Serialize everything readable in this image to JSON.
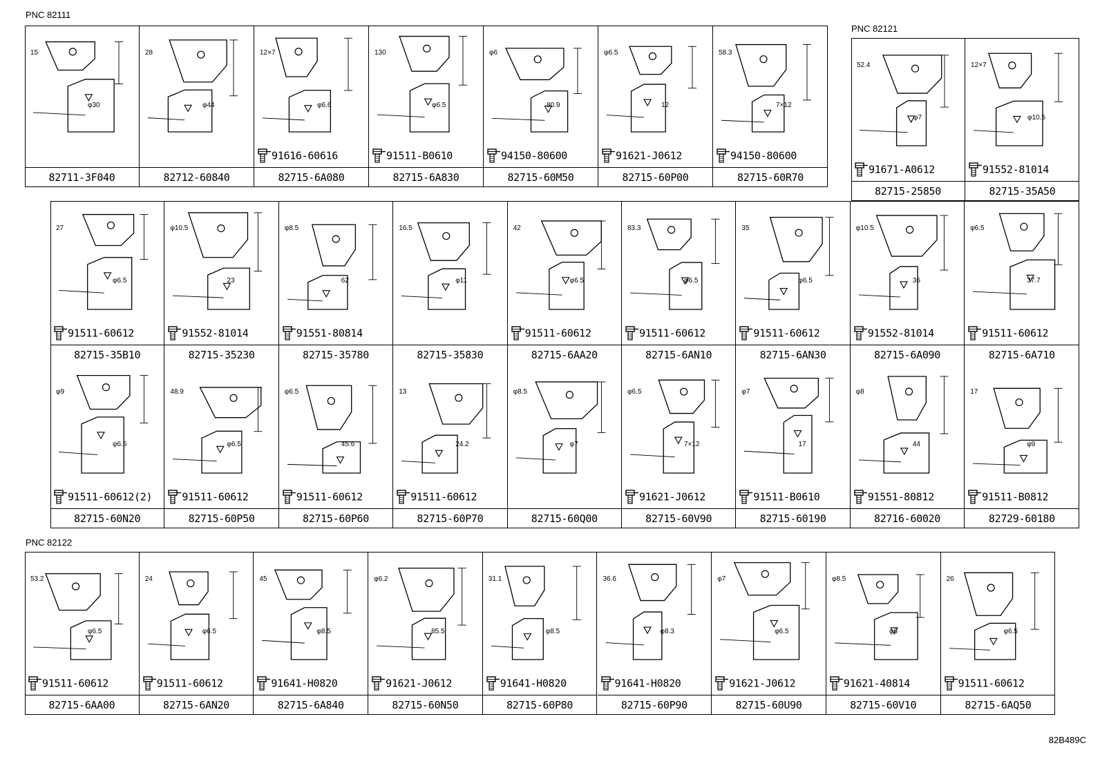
{
  "footer_code": "82B489C",
  "sections": [
    {
      "pnc_label": "PNC 82111",
      "cells": [
        {
          "part": "82711-3F040",
          "bolt": "",
          "dims": [
            "15",
            "φ30"
          ]
        },
        {
          "part": "82712-60840",
          "bolt": "",
          "dims": [
            "28",
            "φ44"
          ]
        },
        {
          "part": "82715-6A080",
          "bolt": "91616-60616",
          "dims": [
            "12×7",
            "φ6.6"
          ]
        },
        {
          "part": "82715-6A830",
          "bolt": "91511-B0610",
          "dims": [
            "130",
            "φ6.5"
          ]
        },
        {
          "part": "82715-60M50",
          "bolt": "94150-80600",
          "dims": [
            "φ6",
            "80.9"
          ]
        },
        {
          "part": "82715-60P00",
          "bolt": "91621-J0612",
          "dims": [
            "φ6.5",
            "12"
          ]
        },
        {
          "part": "82715-60R70",
          "bolt": "94150-80600",
          "dims": [
            "58.3",
            "7×12"
          ]
        }
      ]
    },
    {
      "pnc_label": "PNC 82121",
      "cells_top": [
        {
          "part": "82715-25850",
          "bolt": "91671-A0612",
          "dims": [
            "52.4",
            "φ7"
          ]
        },
        {
          "part": "82715-35A50",
          "bolt": "91552-81014",
          "dims": [
            "12×7",
            "φ10.5"
          ]
        }
      ],
      "row2": [
        {
          "part": "82715-35B10",
          "bolt": "91511-60612",
          "dims": [
            "27",
            "φ6.5"
          ]
        },
        {
          "part": "82715-35230",
          "bolt": "91552-81014",
          "dims": [
            "φ10.5",
            "23"
          ]
        },
        {
          "part": "82715-35780",
          "bolt": "91551-80814",
          "dims": [
            "φ8.5",
            "62"
          ]
        },
        {
          "part": "82715-35830",
          "bolt": "",
          "dims": [
            "16.5",
            "φ11"
          ]
        },
        {
          "part": "82715-6AA20",
          "bolt": "91511-60612",
          "dims": [
            "42",
            "φ6.5"
          ]
        },
        {
          "part": "82715-6AN10",
          "bolt": "91511-60612",
          "dims": [
            "83.3",
            "φ6.5"
          ]
        },
        {
          "part": "82715-6AN30",
          "bolt": "91511-60612",
          "dims": [
            "35",
            "φ6.5"
          ]
        },
        {
          "part": "82715-6A090",
          "bolt": "91552-81014",
          "dims": [
            "φ10.5",
            "36"
          ]
        },
        {
          "part": "82715-6A710",
          "bolt": "91511-60612",
          "dims": [
            "φ6.5",
            "37.7"
          ]
        }
      ],
      "row3": [
        {
          "part": "82715-60N20",
          "bolt": "91511-60612(2)",
          "dims": [
            "φ9",
            "φ6.5"
          ]
        },
        {
          "part": "82715-60P50",
          "bolt": "91511-60612",
          "dims": [
            "48.9",
            "φ6.5"
          ]
        },
        {
          "part": "82715-60P60",
          "bolt": "91511-60612",
          "dims": [
            "φ6.5",
            "45.6"
          ]
        },
        {
          "part": "82715-60P70",
          "bolt": "91511-60612",
          "dims": [
            "13",
            "24.2"
          ]
        },
        {
          "part": "82715-60Q00",
          "bolt": "",
          "dims": [
            "φ8.5",
            "φ7"
          ]
        },
        {
          "part": "82715-60V90",
          "bolt": "91621-J0612",
          "dims": [
            "φ6.5",
            "7×12"
          ]
        },
        {
          "part": "82715-60190",
          "bolt": "91511-B0610",
          "dims": [
            "φ7",
            "17"
          ]
        },
        {
          "part": "82716-60020",
          "bolt": "91551-80812",
          "dims": [
            "φ8",
            "44"
          ]
        },
        {
          "part": "82729-60180",
          "bolt": "91511-B0812",
          "dims": [
            "17",
            "φ9"
          ]
        }
      ]
    },
    {
      "pnc_label": "PNC 82122",
      "cells": [
        {
          "part": "82715-6AA00",
          "bolt": "91511-60612",
          "dims": [
            "53.2",
            "φ6.5"
          ]
        },
        {
          "part": "82715-6AN20",
          "bolt": "91511-60612",
          "dims": [
            "24",
            "φ6.5"
          ]
        },
        {
          "part": "82715-6A840",
          "bolt": "91641-H0820",
          "dims": [
            "45",
            "φ8.5"
          ]
        },
        {
          "part": "82715-60N50",
          "bolt": "91621-J0612",
          "dims": [
            "φ6.2",
            "85.5"
          ]
        },
        {
          "part": "82715-60P80",
          "bolt": "91641-H0820",
          "dims": [
            "31.1",
            "φ8.5"
          ]
        },
        {
          "part": "82715-60P90",
          "bolt": "91641-H0820",
          "dims": [
            "36.6",
            "φ8.3"
          ]
        },
        {
          "part": "82715-60U90",
          "bolt": "91621-J0612",
          "dims": [
            "φ7",
            "φ6.5"
          ]
        },
        {
          "part": "82715-60V10",
          "bolt": "91621-40814",
          "dims": [
            "φ8.5",
            "φ6"
          ]
        },
        {
          "part": "82715-6AQ50",
          "bolt": "91511-60612",
          "dims": [
            "26",
            "φ6.5"
          ]
        }
      ]
    }
  ]
}
